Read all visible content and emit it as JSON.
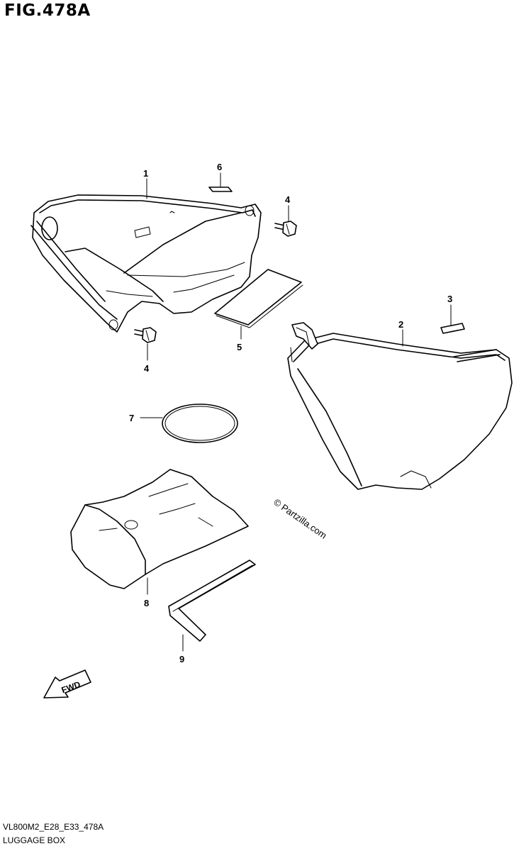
{
  "figure": {
    "title": "FIG.478A",
    "footer_code": "VL800M2_E28_E33_478A",
    "footer_name": "LUGGAGE BOX",
    "watermark": "© Partzilla.com",
    "fwd_label": "FWD"
  },
  "callouts": [
    "1",
    "2",
    "3",
    "4",
    "4",
    "5",
    "6",
    "7",
    "8",
    "9"
  ],
  "icons": {
    "fwd_arrow": "fwd-arrow-icon"
  }
}
